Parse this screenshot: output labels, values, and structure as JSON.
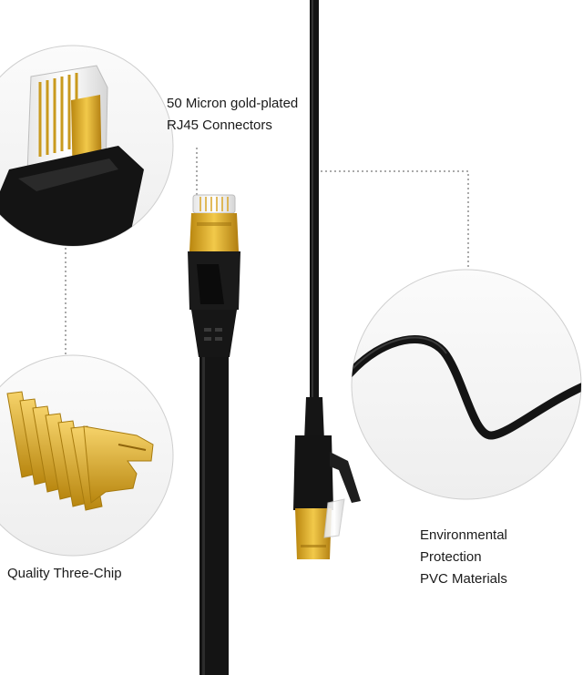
{
  "callouts": {
    "connectors": {
      "line1": "50 Micron gold-plated",
      "line2": "RJ45 Connectors"
    },
    "chip": {
      "line1": "Quality Three-Chip"
    },
    "pvc": {
      "line1": "Environmental",
      "line2": "Protection",
      "line3": "PVC Materials"
    }
  },
  "colors": {
    "background": "#ffffff",
    "cable": "#141414",
    "gold": "#d9a526",
    "circle_fill": "#f6f6f6",
    "circle_stroke": "#cfcfcf",
    "leader_line": "#555555",
    "text": "#1a1a1a"
  }
}
